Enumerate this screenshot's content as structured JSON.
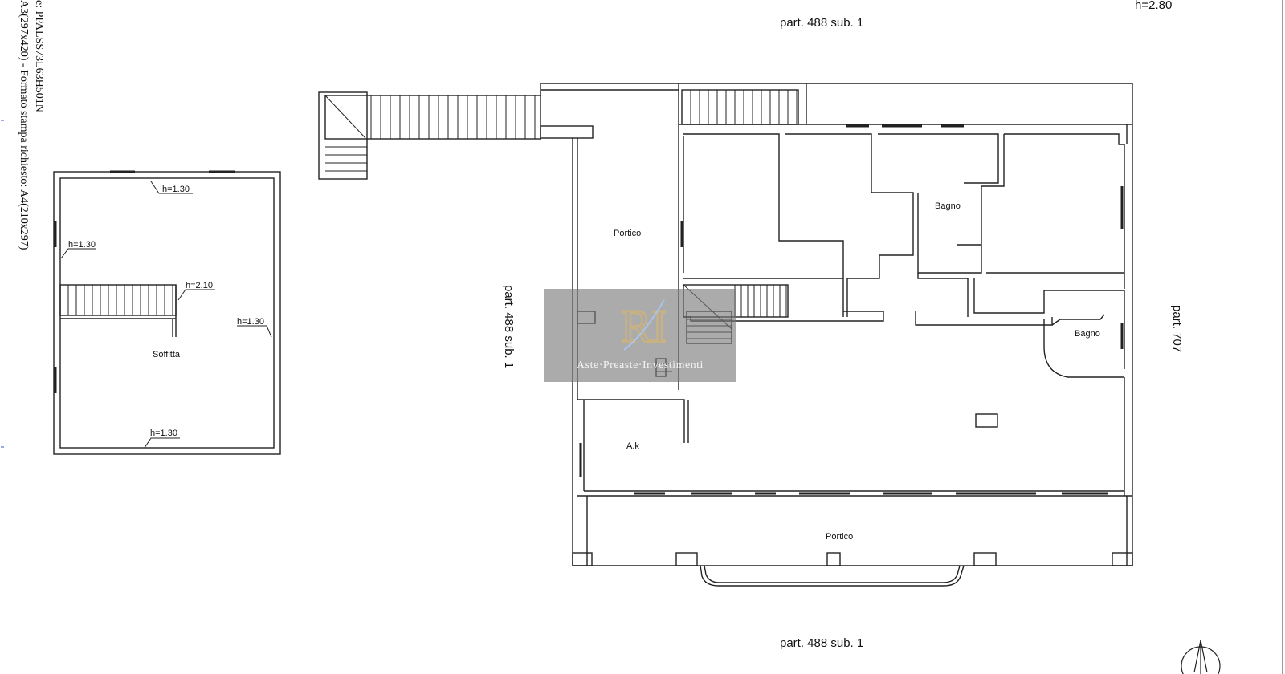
{
  "side_text": {
    "line1": "e: PPALSS73L63H501N",
    "line2": "A3(297x420) - Formato stampa richiesto: A4(210x297)"
  },
  "parcel_labels": {
    "top": "part. 488  sub. 1",
    "bottom": "part. 488  sub. 1",
    "left": "part. 488  sub. 1",
    "right": "part. 707"
  },
  "heights": {
    "top_right": "h=2.80",
    "attic_top": "h=1.30",
    "attic_left": "h=1.30",
    "attic_stair": "h=2.10",
    "attic_right": "h=1.30",
    "attic_bottom": "h=1.30"
  },
  "rooms": {
    "soffitta": "Soffitta",
    "portico_left": "Portico",
    "bagno_top": "Bagno",
    "bagno_right": "Bagno",
    "ak": "A.k",
    "portico_bottom": "Portico"
  },
  "watermark": {
    "logo_letters": "RI",
    "text": "Aste·Preaste·Investimenti",
    "color": "#c8b283"
  }
}
